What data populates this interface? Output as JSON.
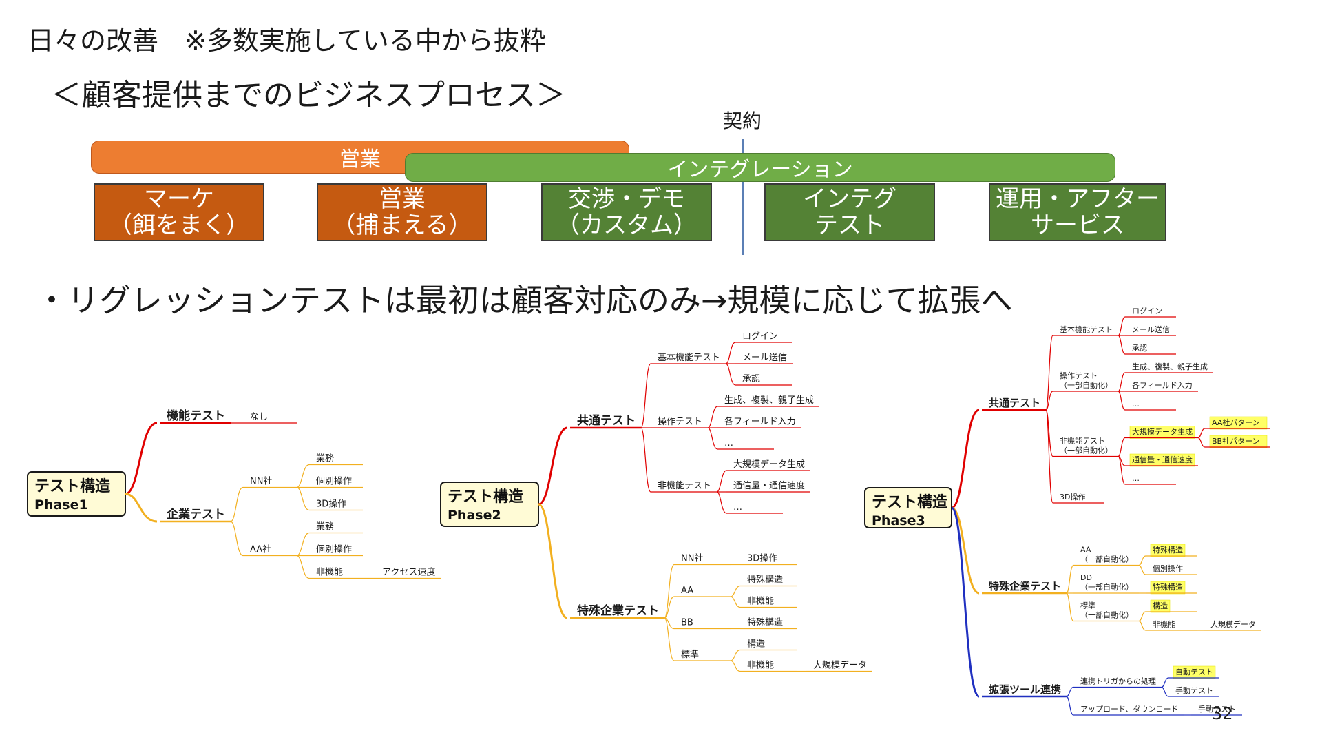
{
  "title": "日々の改善　※多数実施している中から抜粋",
  "subtitle": "＜顧客提供までのビジネスプロセス＞",
  "contract_label": "契約",
  "bars": {
    "sales": "営業",
    "integration": "インテグレーション"
  },
  "phases": [
    {
      "line1": "マーケ",
      "line2": "（餌をまく）"
    },
    {
      "line1": "営業",
      "line2": "（捕まえる）"
    },
    {
      "line1": "交渉・デモ",
      "line2": "（カスタム）"
    },
    {
      "line1": "インテグ",
      "line2": "テスト"
    },
    {
      "line1": "運用・アフター",
      "line2": "サービス"
    }
  ],
  "bullet": "・リグレッションテストは最初は顧客対応のみ→規模に応じて拡張へ",
  "mindmaps": [
    {
      "root": [
        "テスト構造",
        "Phase1"
      ],
      "branches": [
        {
          "label": "機能テスト",
          "color": "#e00000",
          "children": [
            {
              "label": "なし"
            }
          ]
        },
        {
          "label": "企業テスト",
          "color": "#f2b020",
          "children": [
            {
              "label": "NN社",
              "children": [
                {
                  "label": "業務"
                },
                {
                  "label": "個別操作"
                },
                {
                  "label": "3D操作"
                }
              ]
            },
            {
              "label": "AA社",
              "children": [
                {
                  "label": "業務"
                },
                {
                  "label": "個別操作"
                },
                {
                  "label": "非機能",
                  "children": [
                    {
                      "label": "アクセス速度"
                    }
                  ]
                }
              ]
            }
          ]
        }
      ]
    },
    {
      "root": [
        "テスト構造",
        "Phase2"
      ],
      "branches": [
        {
          "label": "共通テスト",
          "color": "#e00000",
          "children": [
            {
              "label": "基本機能テスト",
              "children": [
                {
                  "label": "ログイン"
                },
                {
                  "label": "メール送信"
                },
                {
                  "label": "承認"
                }
              ]
            },
            {
              "label": "操作テスト",
              "children": [
                {
                  "label": "生成、複製、親子生成"
                },
                {
                  "label": "各フィールド入力"
                },
                {
                  "label": "…"
                }
              ]
            },
            {
              "label": "非機能テスト",
              "children": [
                {
                  "label": "大規模データ生成"
                },
                {
                  "label": "通信量・通信速度"
                },
                {
                  "label": "…"
                }
              ]
            }
          ]
        },
        {
          "label": "特殊企業テスト",
          "color": "#f2b020",
          "children": [
            {
              "label": "NN社",
              "children": [
                {
                  "label": "3D操作"
                }
              ]
            },
            {
              "label": "AA",
              "children": [
                {
                  "label": "特殊構造"
                },
                {
                  "label": "非機能"
                }
              ]
            },
            {
              "label": "BB",
              "children": [
                {
                  "label": "特殊構造"
                }
              ]
            },
            {
              "label": "標準",
              "children": [
                {
                  "label": "構造"
                },
                {
                  "label": "非機能",
                  "children": [
                    {
                      "label": "大規模データ"
                    }
                  ]
                }
              ]
            }
          ]
        }
      ]
    },
    {
      "root": [
        "テスト構造",
        "Phase3"
      ],
      "branches": [
        {
          "label": "共通テスト",
          "color": "#e00000",
          "children": [
            {
              "label": "基本機能テスト",
              "children": [
                {
                  "label": "ログイン"
                },
                {
                  "label": "メール送信"
                },
                {
                  "label": "承認"
                }
              ]
            },
            {
              "label": "操作テスト\n（一部自動化）",
              "children": [
                {
                  "label": "生成、複製、親子生成"
                },
                {
                  "label": "各フィールド入力"
                },
                {
                  "label": "…"
                }
              ]
            },
            {
              "label": "非機能テスト\n（一部自動化）",
              "children": [
                {
                  "label": "大規模データ生成",
                  "highlight": true,
                  "children": [
                    {
                      "label": "AA社パターン",
                      "highlight": true
                    },
                    {
                      "label": "BB社パターン",
                      "highlight": true
                    }
                  ]
                },
                {
                  "label": "通信量・通信速度",
                  "highlight": true
                },
                {
                  "label": "…"
                }
              ]
            },
            {
              "label": "3D操作"
            }
          ]
        },
        {
          "label": "特殊企業テスト",
          "color": "#f2b020",
          "children": [
            {
              "label": "AA\n（一部自動化）",
              "children": [
                {
                  "label": "特殊構造",
                  "highlight": true
                },
                {
                  "label": "個別操作"
                }
              ]
            },
            {
              "label": "DD\n（一部自動化）",
              "children": [
                {
                  "label": "特殊構造",
                  "highlight": true
                }
              ]
            },
            {
              "label": "標準\n（一部自動化）",
              "children": [
                {
                  "label": "構造",
                  "highlight": true
                },
                {
                  "label": "非機能",
                  "children": [
                    {
                      "label": "大規模データ"
                    }
                  ]
                }
              ]
            }
          ]
        },
        {
          "label": "拡張ツール連携",
          "color": "#2030c0",
          "children": [
            {
              "label": "連携トリガからの処理",
              "children": [
                {
                  "label": "自動テスト",
                  "highlight": true
                },
                {
                  "label": "手動テスト"
                }
              ]
            },
            {
              "label": "アップロード、ダウンロード",
              "children": [
                {
                  "label": "手動テスト"
                }
              ]
            }
          ]
        }
      ]
    }
  ],
  "page_number": "32"
}
